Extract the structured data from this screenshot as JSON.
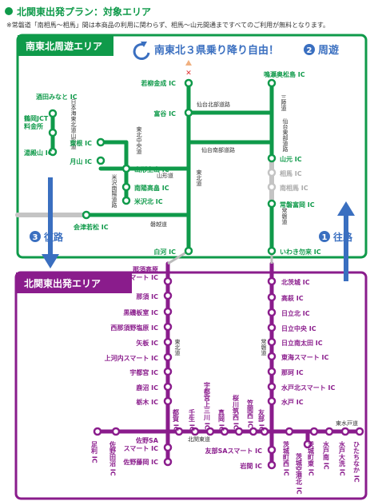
{
  "header": {
    "title": "北関東出発プラン：対象エリア"
  },
  "note": "※常磐道「南相馬〜相馬」間は本商品の利用に関わらず、相馬〜山元間通まですべてのご利用が無料となります。",
  "colors": {
    "green": "#0f9a4a",
    "purple": "#8a1c8c",
    "blue": "#3a6fc0",
    "gray": "#c4c4c4"
  },
  "south_area": {
    "label": "南東北周遊エリア",
    "banner": "南東北３県乗り降り自由！",
    "loop_num": "2",
    "loop_label": "周遊"
  },
  "north_area": {
    "label": "北関東出発エリア"
  },
  "arrows": {
    "outbound_num": "1",
    "outbound_label": "往路",
    "return_num": "3",
    "return_label": "復路"
  },
  "ic": {
    "wakamatsu": "若柳金成 IC",
    "tomiya": "富谷 IC",
    "naruse": "鳴瀬奥松島 IC",
    "sakata": "酒田みなと IC",
    "tsuruoka": "鶴岡JCT\n料金所",
    "yudonoyama": "湯殿山 IC",
    "higashine": "東根 IC",
    "gassan": "月山 IC",
    "yamagata": "山形上山 IC",
    "nanyo": "南陽高畠 IC",
    "yonezawa": "米沢北 IC",
    "yamamoto": "山元 IC",
    "soma": "相馬 IC",
    "minamisoma": "南相馬 IC",
    "tomioka": "常磐富岡 IC",
    "aizu": "会津若松 IC",
    "shirakawa": "白河 IC",
    "iwaki": "いわき勿来 IC",
    "nasu": "那須高原\nスマート IC",
    "nasu2": "那須 IC",
    "kuroiso": "黒磯板室 IC",
    "nishinasuno": "西那須野塩原 IC",
    "yaita": "矢板 IC",
    "kaminokawa": "上河内スマート IC",
    "utsunomiya": "宇都宮 IC",
    "kanuma": "鹿沼 IC",
    "tochigi": "栃木 IC",
    "kitaibaraki": "北茨城 IC",
    "takahagi": "高萩 IC",
    "hitachikita": "日立北 IC",
    "hitachichuo": "日立中央 IC",
    "hitachiminamiota": "日立南太田 IC",
    "tokai": "東海スマート IC",
    "naka": "那珂 IC",
    "mitokita": "水戸北スマート IC",
    "mito": "水戸 IC",
    "ashikaga": "足利 IC",
    "sanotanuma": "佐野田沼 IC",
    "sanosa": "佐野SA\nスマート IC",
    "sanofujioka": "佐野藤岡 IC",
    "tsuga": "都賀 IC",
    "mibu": "壬生 IC",
    "utsunomiyakamimikawa": "宇都宮上三川 IC",
    "moka": "真岡 IC",
    "sakuragawachikusei": "桜川筑西 IC",
    "kasama": "笠間西 IC",
    "tomobe": "友部 IC",
    "tomobesa": "友部SAスマート IC",
    "iwama": "岩間 IC",
    "ibarakimachinishi": "茨城町西 IC",
    "ibarakikuko": "茨城空港北 IC",
    "ibarakimachihigashi": "茨城町東 IC",
    "mitominami": "水戸南 IC",
    "mitoomiya": "水戸大洗 IC",
    "hitachinaka": "ひたちなか IC"
  },
  "roads": {
    "tohoku": "東北道",
    "sendai_kita": "仙台北部道路",
    "sendai_higashi": "仙台東部道路",
    "sendai_nanbu": "仙台南部道路",
    "sanriku": "三陸道",
    "nihonkai": "日本海東北道",
    "yamagata_road": "山形道",
    "tohoku_chuo": "東北中央道",
    "yamagata_expy": "山形道",
    "yonezawa_nanyo": "米沢南陽道路",
    "banetsu": "磐越道",
    "joban": "常磐道",
    "tohoku_lower": "東北道",
    "joban_lower": "常磐道",
    "kitakanto": "北関東道",
    "higashimito": "東水戸道"
  }
}
